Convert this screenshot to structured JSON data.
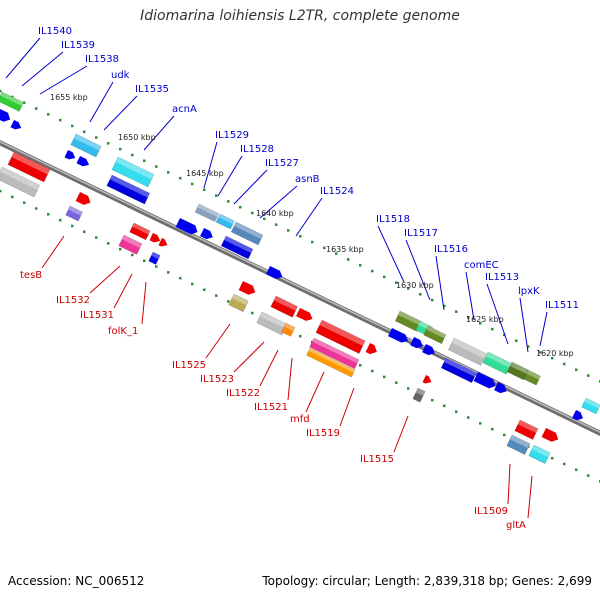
{
  "title": "Idiomarina loihiensis L2TR, complete genome",
  "footer": {
    "accession": "Accession: NC_006512",
    "summary": "Topology: circular; Length: 2,839,318 bp; Genes: 2,699"
  },
  "colors": {
    "backbone": "#8a8a8a",
    "tick": "#2e8b2e",
    "top_label": "#0000cc",
    "bottom_label": "#cc0000"
  },
  "kbp_labels": [
    "1655 kbp",
    "1650 kbp",
    "1645 kbp",
    "1640 kbp",
    "1635 kbp",
    "1630 kbp",
    "1625 kbp",
    "1620 kbp"
  ],
  "top_labels": [
    "IL1540",
    "IL1539",
    "IL1538",
    "udk",
    "IL1535",
    "acnA",
    "IL1529",
    "IL1528",
    "IL1527",
    "asnB",
    "IL1524",
    "IL1518",
    "IL1517",
    "IL1516",
    "comEC",
    "IL1513",
    "lpxK",
    "IL1511"
  ],
  "bottom_labels": [
    "tesB",
    "IL1532",
    "IL1531",
    "folK_1",
    "IL1525",
    "IL1523",
    "IL1522",
    "IL1521",
    "mfd",
    "IL1519",
    "IL1515",
    "IL1509",
    "gltA"
  ]
}
